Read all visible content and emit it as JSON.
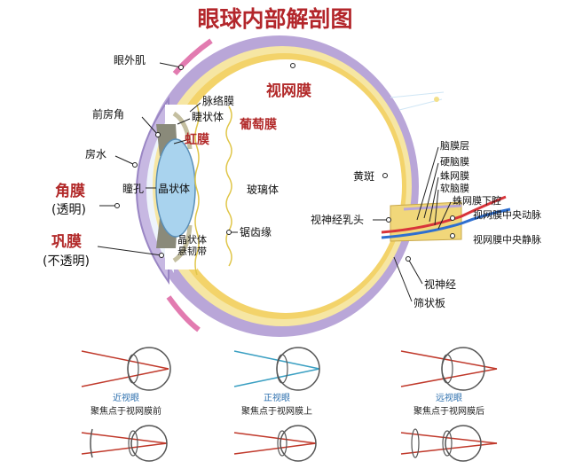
{
  "title": "眼球内部解剖图",
  "labels": {
    "extraocular_muscle": "眼外肌",
    "anterior_chamber_angle": "前房角",
    "aqueous_humor": "房水",
    "cornea": "角膜",
    "cornea_note": "(透明)",
    "sclera": "巩膜",
    "sclera_note": "(不透明)",
    "pupil": "瞳孔",
    "lens": "晶状体",
    "choroid": "脉络膜",
    "ciliary_body": "睫状体",
    "iris": "虹膜",
    "uvea": "葡萄膜",
    "retina": "视网膜",
    "vitreous": "玻璃体",
    "ora_serrata": "锯齿缘",
    "zonule_line1": "晶状体",
    "zonule_line2": "悬韧带",
    "macula": "黄斑",
    "optic_disc": "视神经乳头",
    "meninges": "脑膜层",
    "dura": "硬脑膜",
    "arachnoid": "蛛网膜",
    "pia": "软脑膜",
    "subarachnoid": "蛛网膜下腔",
    "central_artery": "视网膜中央动脉",
    "central_vein": "视网膜中央静脉",
    "optic_nerve": "视神经",
    "lamina_cribrosa": "筛状板"
  },
  "vision_types": [
    {
      "name": "近视眼",
      "desc": "聚焦点于视网膜前"
    },
    {
      "name": "正视眼",
      "desc": "聚焦点于视网膜上"
    },
    {
      "name": "远视眼",
      "desc": "聚焦点于视网膜后"
    }
  ],
  "colors": {
    "title": "#b3262b",
    "sclera": "#b9a6d8",
    "choroid": "#f6e6a3",
    "retina": "#f3d36a",
    "lens": "#a9d3ee",
    "artery": "#d8343a",
    "vein": "#2e6fd0",
    "myopia_rays": "#c0392b",
    "normal_rays": "#3a9fc2"
  }
}
